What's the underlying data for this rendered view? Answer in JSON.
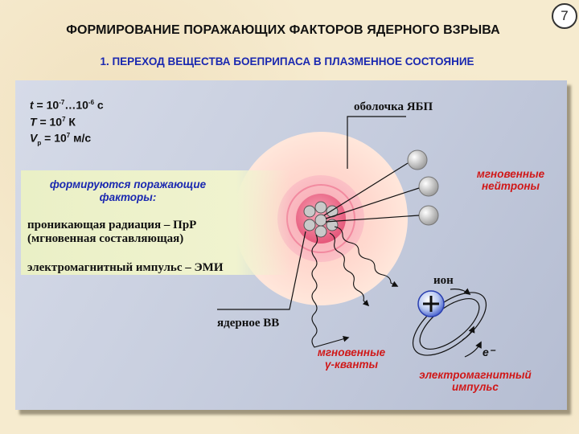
{
  "page_number": "7",
  "title": "ФОРМИРОВАНИЕ ПОРАЖАЮЩИХ ФАКТОРОВ ЯДЕРНОГО ВЗРЫВА",
  "subtitle": "1. ПЕРЕХОД ВЕЩЕСТВА БОЕПРИПАСА  В ПЛАЗМЕННОЕ СОСТОЯНИЕ",
  "params": {
    "time": {
      "var": "t",
      "eq": " = 10",
      "exp1": "-7",
      "mid": "…10",
      "exp2": "-6",
      "unit": " с"
    },
    "temp": {
      "var": "T",
      "eq": " = 10",
      "exp": "7",
      "unit": " К"
    },
    "velocity": {
      "var": "V",
      "sub": "р",
      "eq": " = 10",
      "exp": "7",
      "unit": " м/с"
    }
  },
  "factors": {
    "heading_line1": "формируются поражающие",
    "heading_line2": "факторы:",
    "item1_line1": "проникающая радиация – ПрР",
    "item1_line2": "(мгновенная составляющая)",
    "item2": "электромагнитный импульс – ЭМИ"
  },
  "labels": {
    "shell": "оболочка ЯБП",
    "nuclear_explosive": "ядерное ВВ",
    "neutrons_line1": "мгновенные",
    "neutrons_line2": "нейтроны",
    "ion": "ион",
    "gamma_line1": "мгновенные",
    "gamma_line2": "γ-кванты",
    "electron": "е⁻",
    "emp_line1": "электромагнитный",
    "emp_line2": "импульс"
  },
  "colors": {
    "title_blue": "#1a28b0",
    "accent_red": "#d01818",
    "panel": "#c8cfdf",
    "shell_outer": "#ffe2d8",
    "core": "#ee6f8a"
  }
}
